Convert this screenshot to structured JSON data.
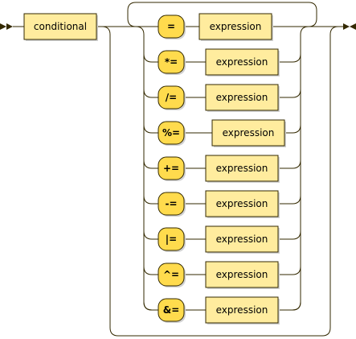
{
  "start_symbol": "conditional",
  "branches": [
    {
      "operator": "=",
      "operand": "expression"
    },
    {
      "operator": "*=",
      "operand": "expression"
    },
    {
      "operator": "/=",
      "operand": "expression"
    },
    {
      "operator": "%=",
      "operand": "expression"
    },
    {
      "operator": "+=",
      "operand": "expression"
    },
    {
      "operator": "-=",
      "operand": "expression"
    },
    {
      "operator": "|=",
      "operand": "expression"
    },
    {
      "operator": "^=",
      "operand": "expression"
    },
    {
      "operator": "&=",
      "operand": "expression"
    }
  ],
  "colors": {
    "line": "#332900",
    "nonterminal_fill": "#ffec9e",
    "terminal_fill": "#ffdb4d",
    "shadow": "#d2d2d2"
  }
}
